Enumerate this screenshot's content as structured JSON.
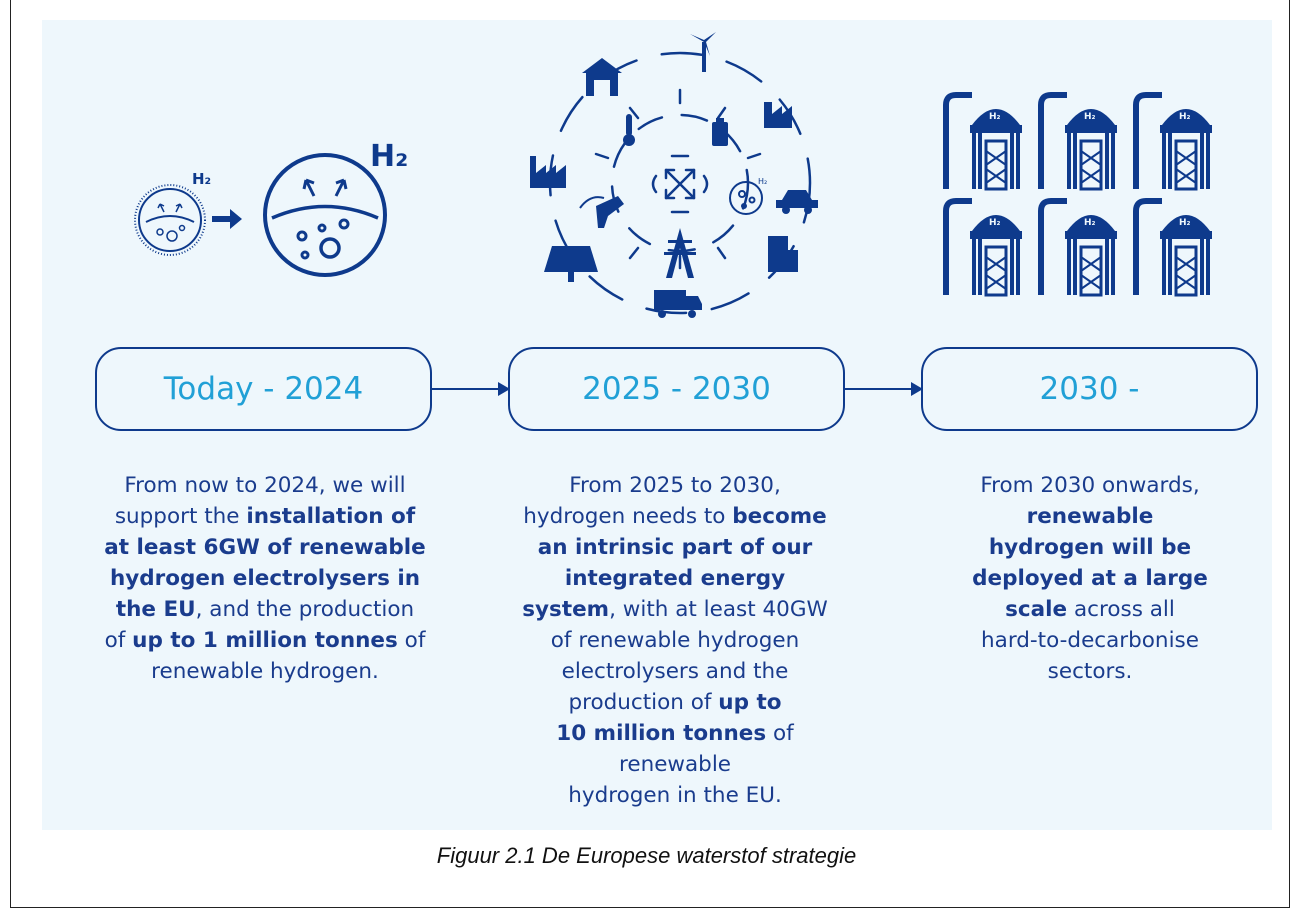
{
  "stages": [
    {
      "label": "Today - 2024"
    },
    {
      "label": "2025 - 2030"
    },
    {
      "label": "2030 -"
    }
  ],
  "descriptions": {
    "stage1": [
      {
        "t": "From now to 2024, we will",
        "b": false
      },
      {
        "t": "support the ",
        "b": false
      },
      {
        "t": "installation of",
        "b": true
      },
      {
        "t": "at least 6GW of renewable",
        "b": true
      },
      {
        "t": "hydrogen electrolysers in",
        "b": true
      },
      {
        "t": "the EU",
        "b": true
      },
      {
        "t": ", and the production",
        "b": false
      },
      {
        "t": "of ",
        "b": false
      },
      {
        "t": "up to 1 million tonnes",
        "b": true
      },
      {
        "t": " of",
        "b": false
      },
      {
        "t": "renewable hydrogen.",
        "b": false
      }
    ],
    "stage2": [
      {
        "t": "From 2025 to 2030,",
        "b": false
      },
      {
        "t": "hydrogen needs to ",
        "b": false
      },
      {
        "t": "become",
        "b": true
      },
      {
        "t": "an intrinsic part of our",
        "b": true
      },
      {
        "t": "integrated energy",
        "b": true
      },
      {
        "t": "system",
        "b": true
      },
      {
        "t": ", with at least 40GW",
        "b": false
      },
      {
        "t": "of renewable hydrogen",
        "b": false
      },
      {
        "t": "electrolysers and the",
        "b": false
      },
      {
        "t": "production of ",
        "b": false
      },
      {
        "t": "up to",
        "b": true
      },
      {
        "t": "10 million tonnes",
        "b": true
      },
      {
        "t": " of",
        "b": false
      },
      {
        "t": "renewable",
        "b": false
      },
      {
        "t": "hydrogen in the EU.",
        "b": false
      }
    ],
    "stage3": [
      {
        "t": "From 2030 onwards,",
        "b": false
      },
      {
        "t": "renewable",
        "b": true
      },
      {
        "t": "hydrogen will be",
        "b": true
      },
      {
        "t": "deployed at a large",
        "b": true
      },
      {
        "t": "scale",
        "b": true
      },
      {
        "t": " across all",
        "b": false
      },
      {
        "t": "hard-to-decarbonise",
        "b": false
      },
      {
        "t": "sectors.",
        "b": false
      }
    ]
  },
  "icons": {
    "h2_small": "H₂",
    "h2_large": "H₂",
    "tank_label": "H₂"
  },
  "caption": "Figuur 2.1 De Europese waterstof strategie",
  "colors": {
    "navy": "#0e3a8c",
    "cyan": "#21a0d6",
    "panel": "#eef7fc"
  }
}
